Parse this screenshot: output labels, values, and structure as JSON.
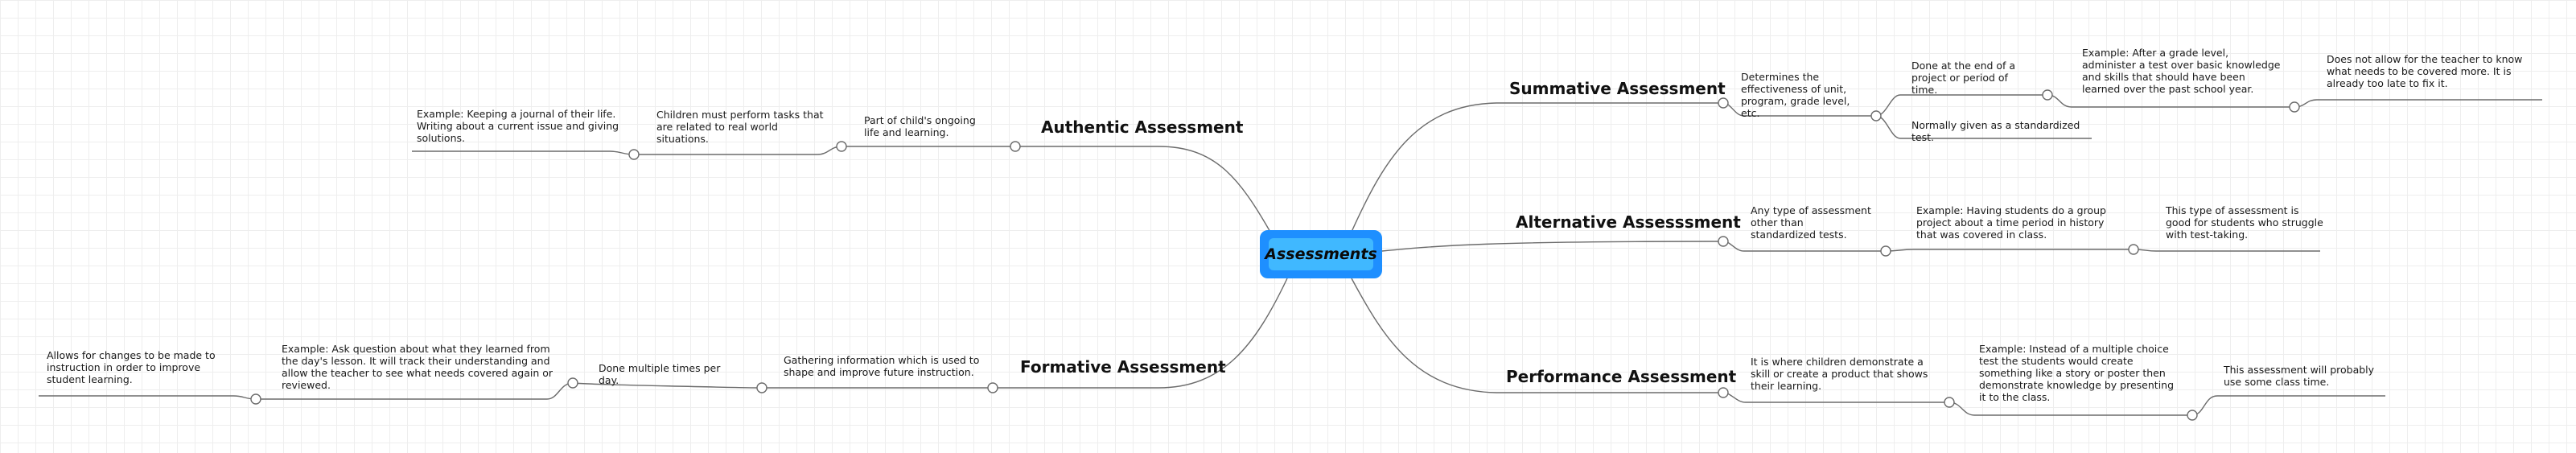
{
  "central": "Assessments",
  "branches": {
    "summative": {
      "title": "Summative Assessment",
      "notes": [
        "Determines the effectiveness of unit, program, grade level, etc.",
        "Done at the end of a project or period of time.",
        "Normally given as a standardized test.",
        "Example: After a grade level, administer a test over basic knowledge and skills that should have been learned over the past school year.",
        "Does not allow for the teacher to know what needs to be covered more. It is already too late to fix it."
      ]
    },
    "alternative": {
      "title": "Alternative Assesssment",
      "notes": [
        "Any type of assessment other than standardized tests.",
        "Example: Having students do a group project about a time period in history that was covered in class.",
        "This type of assessment is good for students who struggle with test-taking."
      ]
    },
    "performance": {
      "title": "Performance Assessment",
      "notes": [
        "It is where children demonstrate a skill or create a product that shows their learning.",
        "Example: Instead of a multiple choice test the students would create something like a story or poster then demonstrate knowledge by presenting it to the class.",
        "This assessment will probably use some class time."
      ]
    },
    "authentic": {
      "title": "Authentic Assessment",
      "notes": [
        "Part of child's ongoing life and learning.",
        "Children must perform tasks that are related to real world situations.",
        "Example: Keeping a journal of their life. Writing about a current issue and giving solutions."
      ]
    },
    "formative": {
      "title": "Formative Assessment",
      "notes": [
        "Gathering information which is used to shape and improve future instruction.",
        "Done multiple times per day.",
        "Example: Ask question about what they learned from the day's lesson. It will track their understanding and allow the teacher to see what needs covered again or reviewed.",
        "Allows for changes to be made to instruction in order to improve student learning."
      ]
    }
  },
  "colors": {
    "node_outer": "#1e8fff",
    "node_inner": "#40b8ff",
    "line": "#666666"
  }
}
